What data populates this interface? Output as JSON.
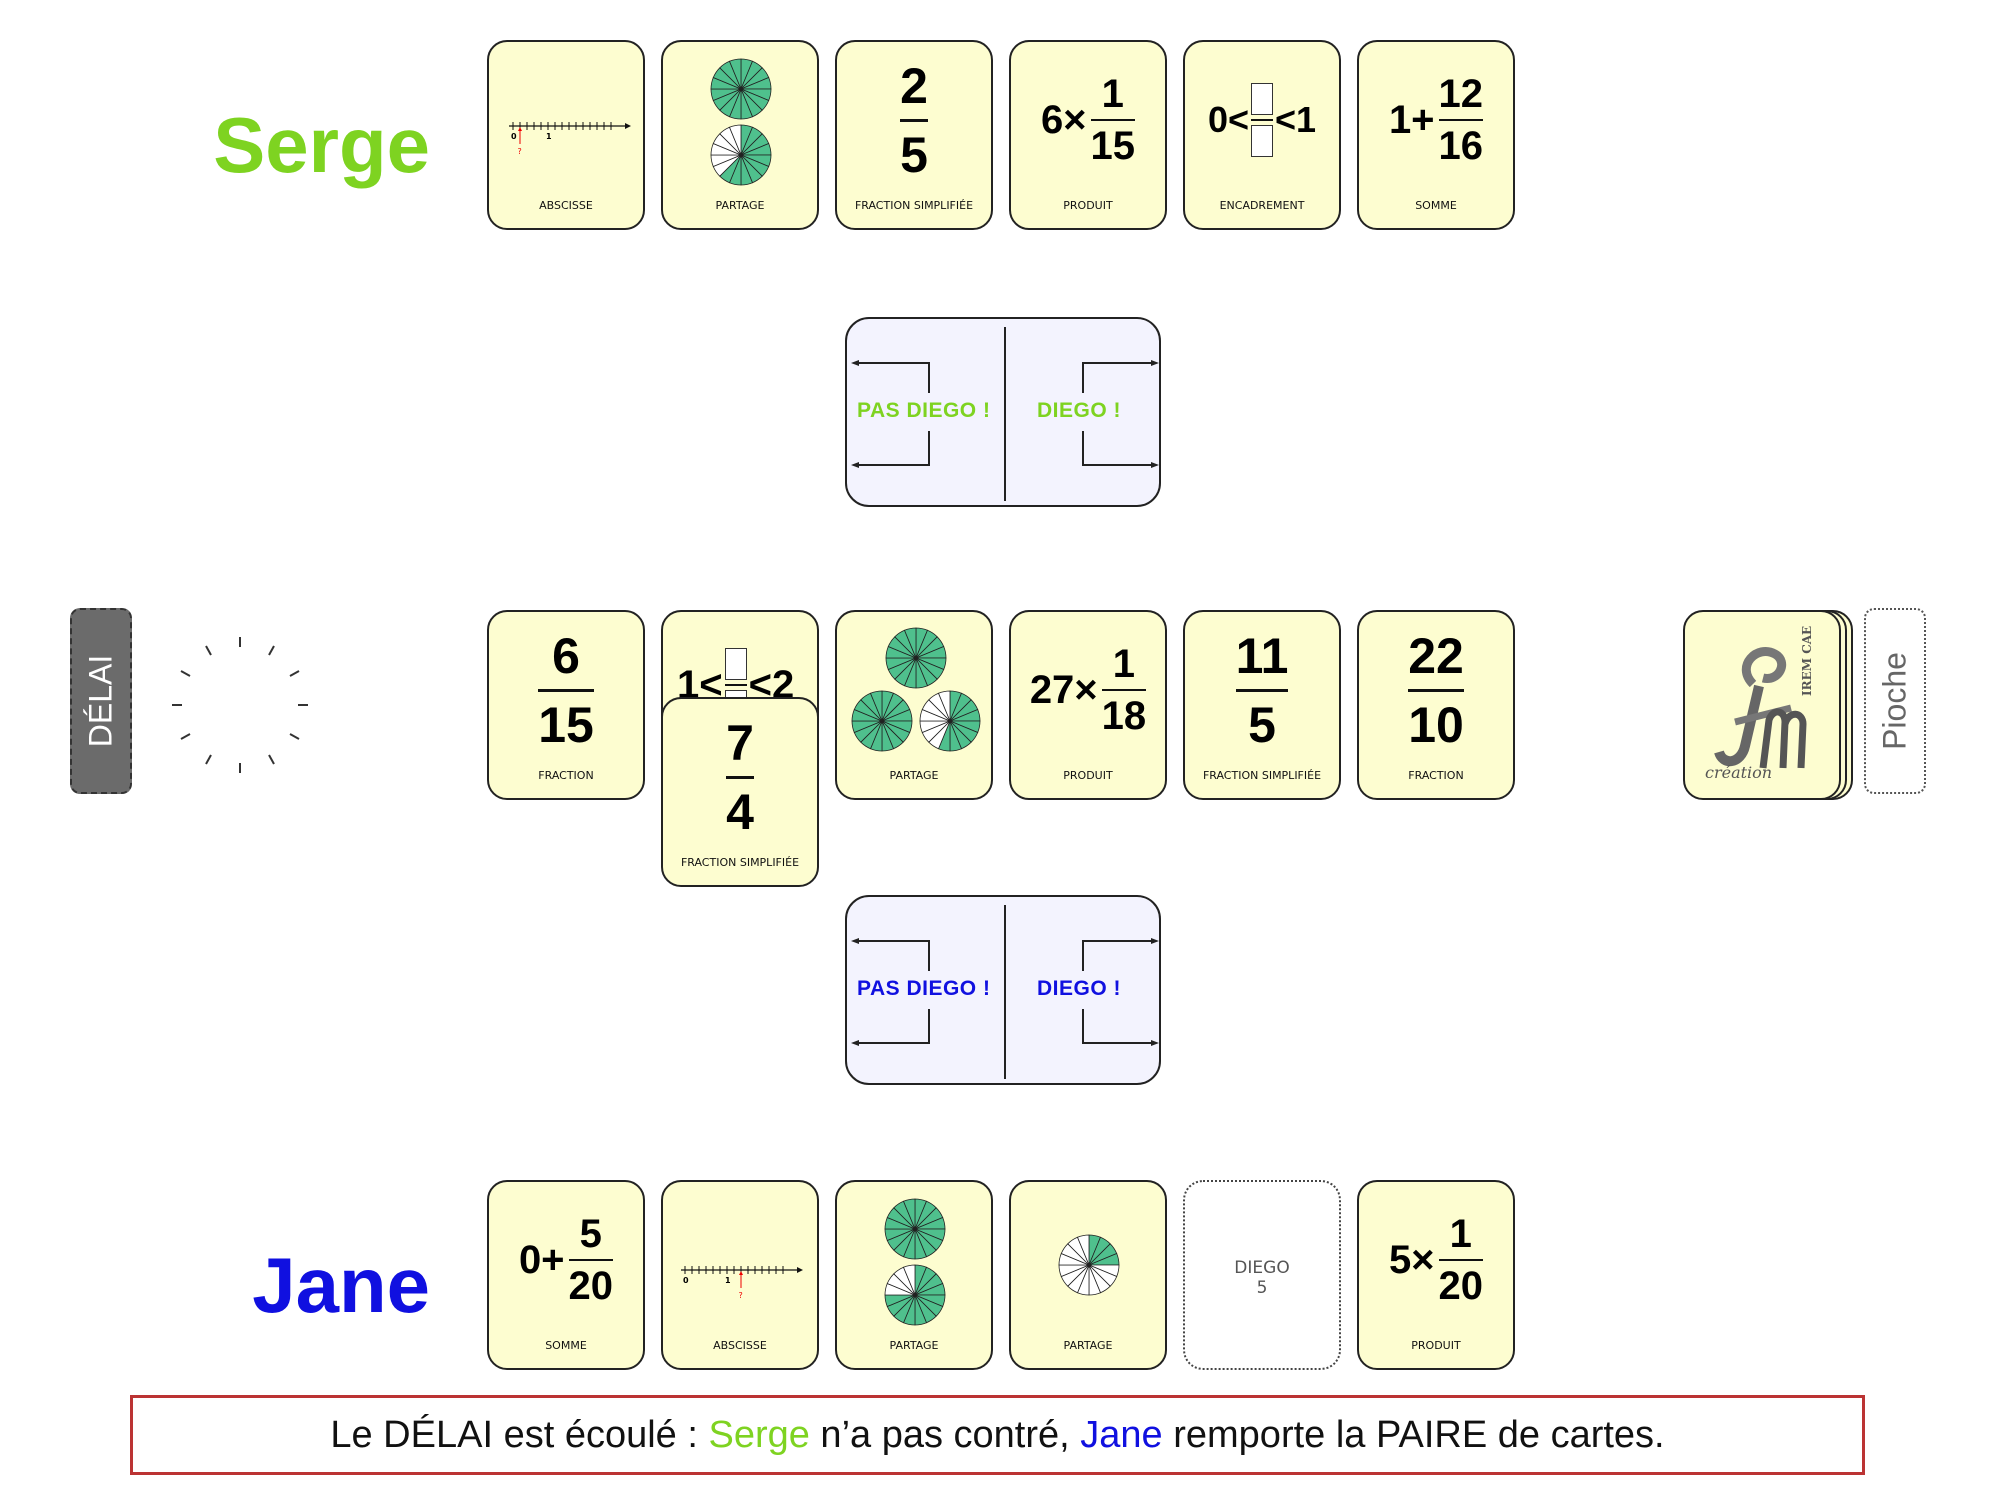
{
  "colors": {
    "serge": "#7ed321",
    "jane": "#1010e0",
    "card_bg": "#fdfdd0",
    "pie_fill": "#4fc08d",
    "panel_bg": "#f3f3fe",
    "border_alert": "#b33333"
  },
  "players": {
    "top": {
      "name": "Serge"
    },
    "bottom": {
      "name": "Jane"
    }
  },
  "serge_cards": [
    {
      "label": "ABSCISSE",
      "icon": "number-line"
    },
    {
      "label": "PARTAGE",
      "icon": "pie-pair"
    },
    {
      "label": "FRACTION SIMPLIFIÉE",
      "num": "2",
      "den": "5"
    },
    {
      "label": "PRODUIT",
      "lead": "6×",
      "num": "1",
      "den": "15"
    },
    {
      "label": "ENCADREMENT",
      "lead": "0<",
      "trail": "<1"
    },
    {
      "label": "SOMME",
      "lead": "1+",
      "num": "12",
      "den": "16"
    }
  ],
  "table_cards": [
    {
      "label": "FRACTION",
      "num": "6",
      "den": "15"
    },
    {
      "label": "FRACTION SIMPLIFIÉE",
      "num": "7",
      "den": "4",
      "partial_top": "1<",
      "partial_trail": "<2"
    },
    {
      "label": "PARTAGE",
      "icon": "pie-triple"
    },
    {
      "label": "PRODUIT",
      "lead": "27×",
      "num": "1",
      "den": "18"
    },
    {
      "label": "FRACTION SIMPLIFIÉE",
      "num": "11",
      "den": "5"
    },
    {
      "label": "FRACTION",
      "num": "22",
      "den": "10"
    }
  ],
  "jane_cards": [
    {
      "label": "SOMME",
      "lead": "0+",
      "num": "5",
      "den": "20"
    },
    {
      "label": "ABSCISSE",
      "icon": "number-line"
    },
    {
      "label": "PARTAGE",
      "icon": "pie-pair"
    },
    {
      "label": "PARTAGE",
      "icon": "pie-single"
    },
    {
      "label": "DIEGO",
      "value": "5"
    },
    {
      "label": "PRODUIT",
      "lead": "5×",
      "num": "1",
      "den": "20"
    }
  ],
  "number_line": {
    "zero": "0",
    "one": "1",
    "marker": "?"
  },
  "diego_panels": {
    "top": {
      "left": "PAS DIEGO !",
      "right": "DIEGO !"
    },
    "bottom": {
      "left": "PAS DIEGO !",
      "right": "DIEGO !"
    }
  },
  "controls": {
    "delai": "DÉLAI",
    "pioche": "Pioche"
  },
  "deck_logo": {
    "text1": "création",
    "text2": "IREM CAEN",
    "icon": "irem-logo-icon"
  },
  "message": {
    "part1": "Le DÉLAI est écoulé : ",
    "serge": "Serge",
    "part2": " n’a pas contré, ",
    "jane": "Jane",
    "part3": " remporte la PAIRE de cartes."
  }
}
